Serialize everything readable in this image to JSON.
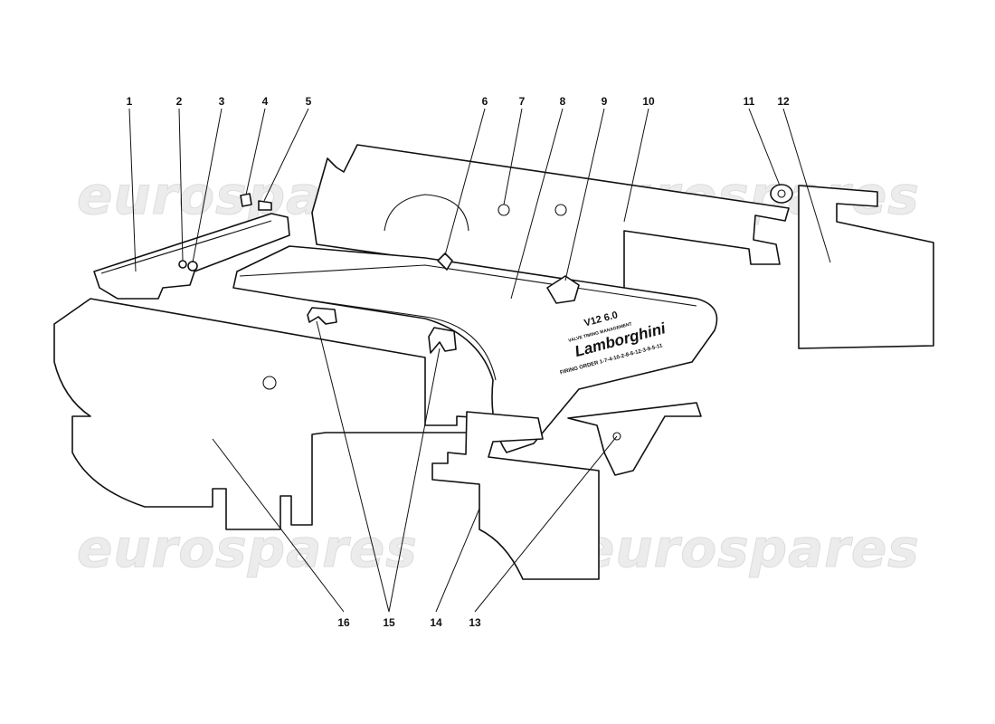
{
  "watermark": "eurospares",
  "cover_markings": {
    "engine": "V12 6.0",
    "subtitle": "VALVE TIMING MANAGEMENT",
    "brand": "Lamborghini",
    "firing_order": "FIRING ORDER 1-7-4-10-2-8-6-12-3-9-5-11"
  },
  "callouts": [
    {
      "id": "1",
      "label": "1"
    },
    {
      "id": "2",
      "label": "2"
    },
    {
      "id": "3",
      "label": "3"
    },
    {
      "id": "4",
      "label": "4"
    },
    {
      "id": "5",
      "label": "5"
    },
    {
      "id": "6",
      "label": "6"
    },
    {
      "id": "7",
      "label": "7"
    },
    {
      "id": "8",
      "label": "8"
    },
    {
      "id": "9",
      "label": "9"
    },
    {
      "id": "10",
      "label": "10"
    },
    {
      "id": "11",
      "label": "11"
    },
    {
      "id": "12",
      "label": "12"
    },
    {
      "id": "13",
      "label": "13"
    },
    {
      "id": "14",
      "label": "14"
    },
    {
      "id": "15",
      "label": "15"
    },
    {
      "id": "16",
      "label": "16"
    }
  ]
}
